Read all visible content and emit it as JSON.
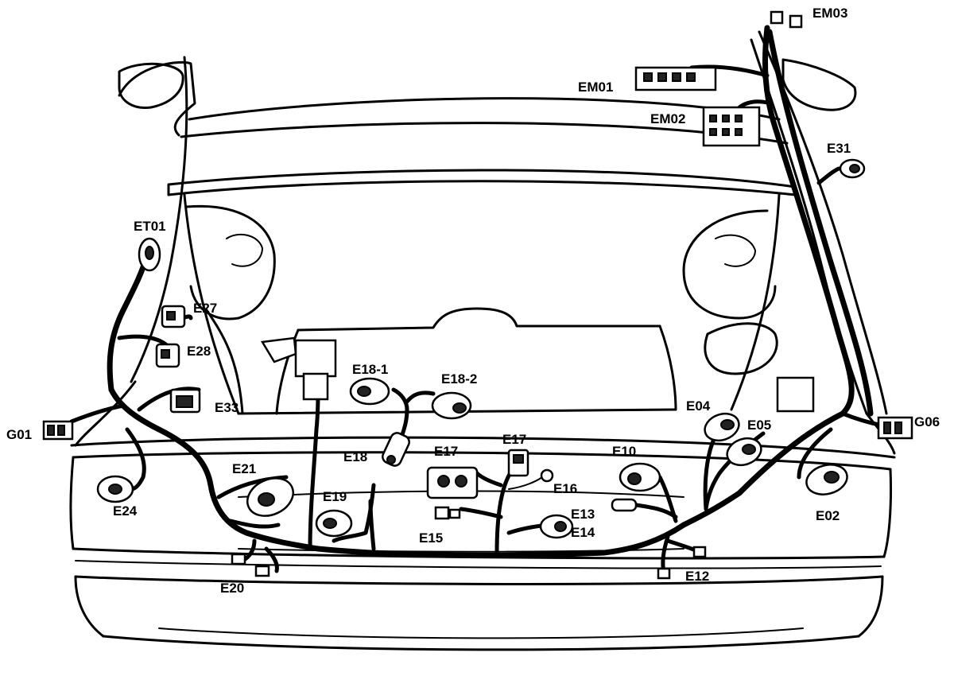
{
  "labels": {
    "EM03": "EM03",
    "EM01": "EM01",
    "EM02": "EM02",
    "E31": "E31",
    "ET01": "ET01",
    "E27": "E27",
    "E28": "E28",
    "E33": "E33",
    "G01": "G01",
    "E24": "E24",
    "E21": "E21",
    "E20": "E20",
    "E19": "E19",
    "E18": "E18",
    "E18_1": "E18-1",
    "E18_2": "E18-2",
    "E17a": "E17",
    "E17b": "E17",
    "E16": "E16",
    "E15": "E15",
    "E14": "E14",
    "E13": "E13",
    "E12": "E12",
    "E10": "E10",
    "E04": "E04",
    "E05": "E05",
    "G06": "G06",
    "E02": "E02"
  }
}
